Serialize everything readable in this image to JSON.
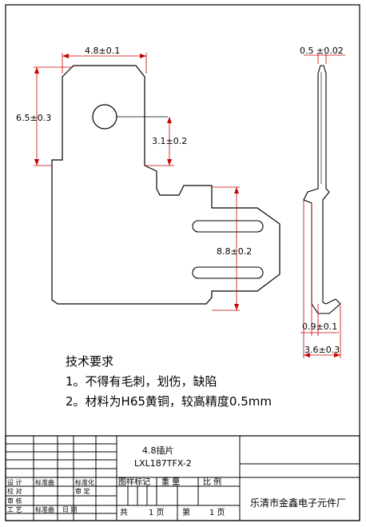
{
  "dimensions": {
    "width_48": "4.8±0.1",
    "height_65": "6.5±0.3",
    "offset_31": "3.1±0.2",
    "height_88": "8.8±0.2",
    "thickness_05": "0.5 ±0.02",
    "depth_09": "0.9±0.1",
    "width_36": "3.6±0.3"
  },
  "notes": {
    "title": "技术要求",
    "line1": "1。不得有毛刺，划伤，缺陷",
    "line2": "2。材料为H65黄铜，较高精度0.5mm"
  },
  "title_block": {
    "part_name": "4.8插片",
    "part_code": "LXL187TFX-2",
    "company": "乐清市金鑫电子元件厂",
    "labels": {
      "design": "设 计",
      "standardization": "标准化",
      "proofread": "校 对",
      "review": "审 定",
      "audit": "审 核",
      "process": "工 艺",
      "date": "日 期",
      "sign_date_1": "标准曲",
      "sign_date_2": "标准曲",
      "drawing_mark": "图样标记",
      "weight": "重 量",
      "scale": "比 例",
      "total": "共",
      "total_pages": "1 页",
      "sheet": "第",
      "sheet_page": "1 页"
    }
  }
}
